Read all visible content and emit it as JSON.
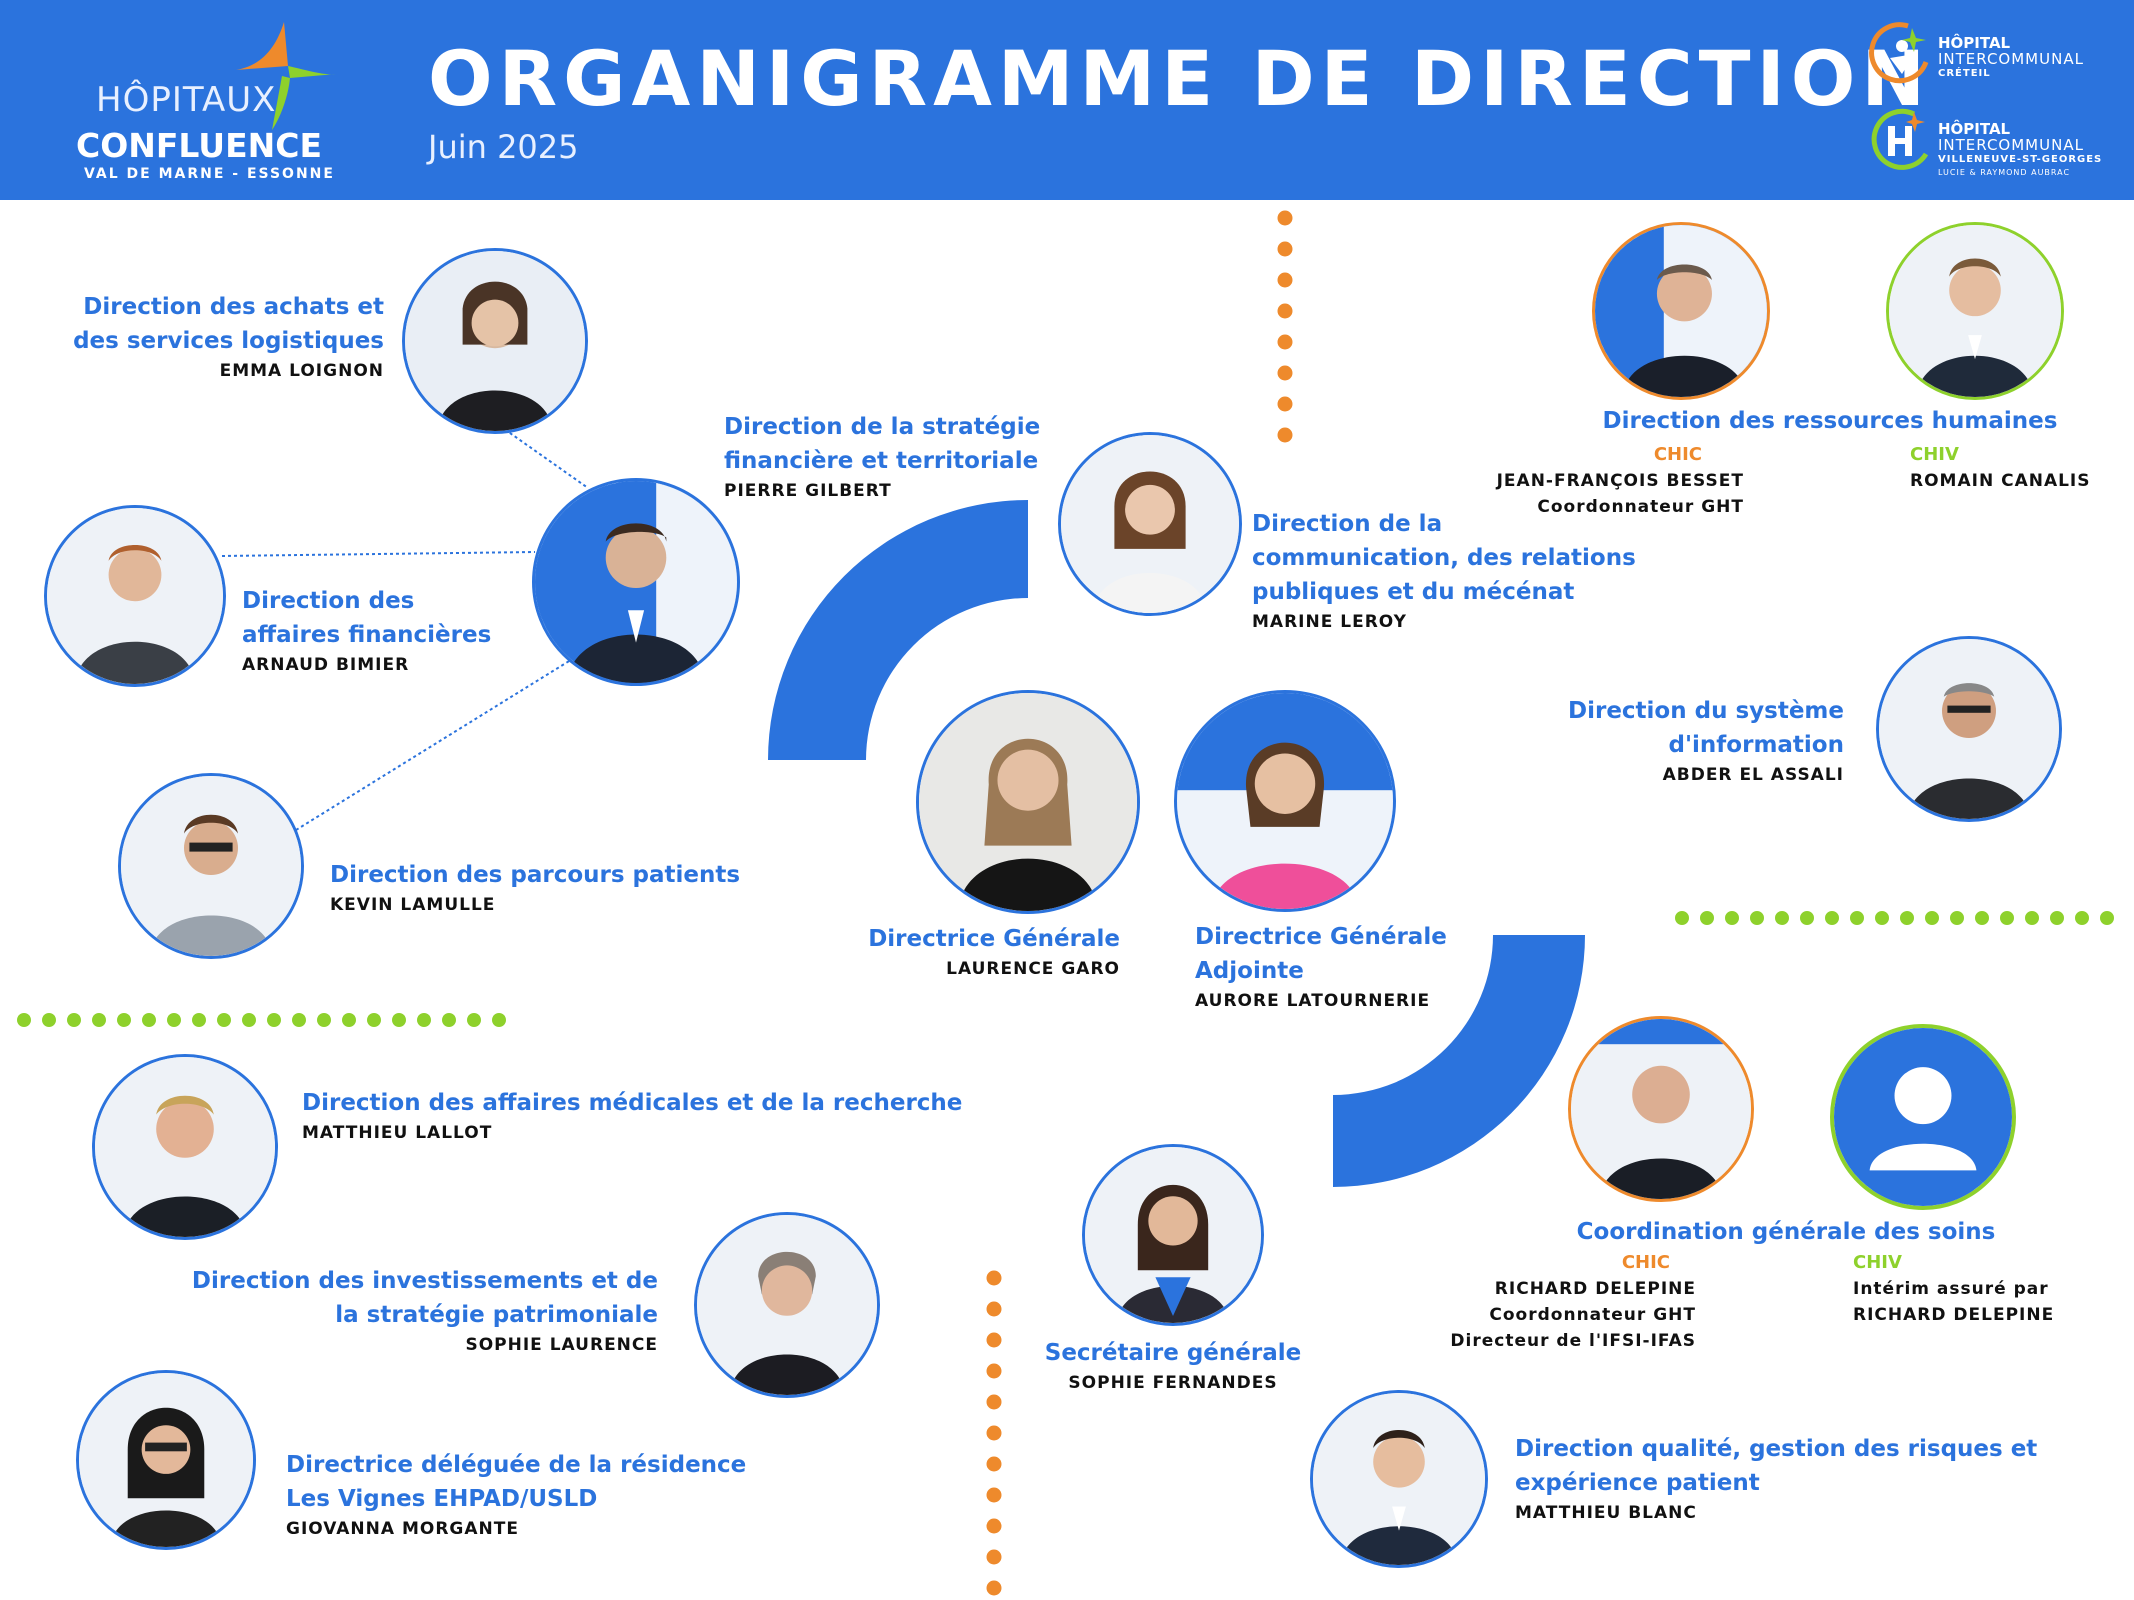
{
  "header": {
    "title": "ORGANIGRAMME DE DIRECTION",
    "date": "Juin 2025",
    "logo_main": {
      "line1": "HÔPITAUX",
      "line2": "CONFLUENCE",
      "line3": "VAL DE MARNE - ESSONNE"
    },
    "logo_chic": {
      "line1": "HÔPITAL",
      "line2": "INTERCOMMUNAL",
      "line3": "CRÉTEIL"
    },
    "logo_chiv": {
      "line1": "HÔPITAL",
      "line2": "INTERCOMMUNAL",
      "line3": "VILLENEUVE-ST-GEORGES",
      "line4": "LUCIE & RAYMOND AUBRAC"
    }
  },
  "colors": {
    "brand_blue": "#2b73dd",
    "orange": "#ee8a2c",
    "green": "#8ed12c"
  },
  "people": {
    "achats": {
      "role": "Direction des achats et\ndes services logistiques",
      "name": "EMMA LOIGNON"
    },
    "strategie_fin": {
      "role": "Direction de la stratégie\nfinancière et territoriale",
      "name": "PIERRE GILBERT"
    },
    "affaires_fin": {
      "role": "Direction des\naffaires financières",
      "name": "ARNAUD BIMIER"
    },
    "parcours": {
      "role": "Direction des parcours patients",
      "name": "KEVIN LAMULLE"
    },
    "communication": {
      "role": "Direction de la\ncommunication, des relations\npubliques et du mécénat",
      "name": "MARINE LEROY"
    },
    "rh": {
      "role": "Direction des ressources humaines",
      "chic_tag": "CHIC",
      "chiv_tag": "CHIV",
      "chic_name": "JEAN-FRANÇOIS BESSET",
      "chic_note": "Coordonnateur GHT",
      "chiv_name": "ROMAIN CANALIS"
    },
    "si": {
      "role": "Direction du système\nd'information",
      "name": "ABDER EL ASSALI"
    },
    "dg": {
      "role": "Directrice Générale",
      "name": "LAURENCE GARO"
    },
    "dga": {
      "role": "Directrice Générale\nAdjointe",
      "name": "AURORE LATOURNERIE"
    },
    "medicales": {
      "role": "Direction des affaires médicales et de la recherche",
      "name": "MATTHIEU LALLOT"
    },
    "investissements": {
      "role": "Direction des investissements et de\nla stratégie patrimoniale",
      "name": "SOPHIE LAURENCE"
    },
    "ehpad": {
      "role": "Directrice déléguée de la résidence\nLes Vignes EHPAD/USLD",
      "name": "GIOVANNA MORGANTE"
    },
    "secretaire": {
      "role": "Secrétaire générale",
      "name": "SOPHIE FERNANDES"
    },
    "soins": {
      "role": "Coordination générale des soins",
      "chic_tag": "CHIC",
      "chiv_tag": "CHIV",
      "chic_name": "RICHARD DELEPINE",
      "chic_note1": "Coordonnateur GHT",
      "chic_note2": "Directeur de l'IFSI-IFAS",
      "chiv_note": "Intérim assuré par",
      "chiv_name": "RICHARD DELEPINE"
    },
    "qualite": {
      "role": "Direction qualité, gestion des risques et\nexpérience patient",
      "name": "MATTHIEU BLANC"
    }
  }
}
